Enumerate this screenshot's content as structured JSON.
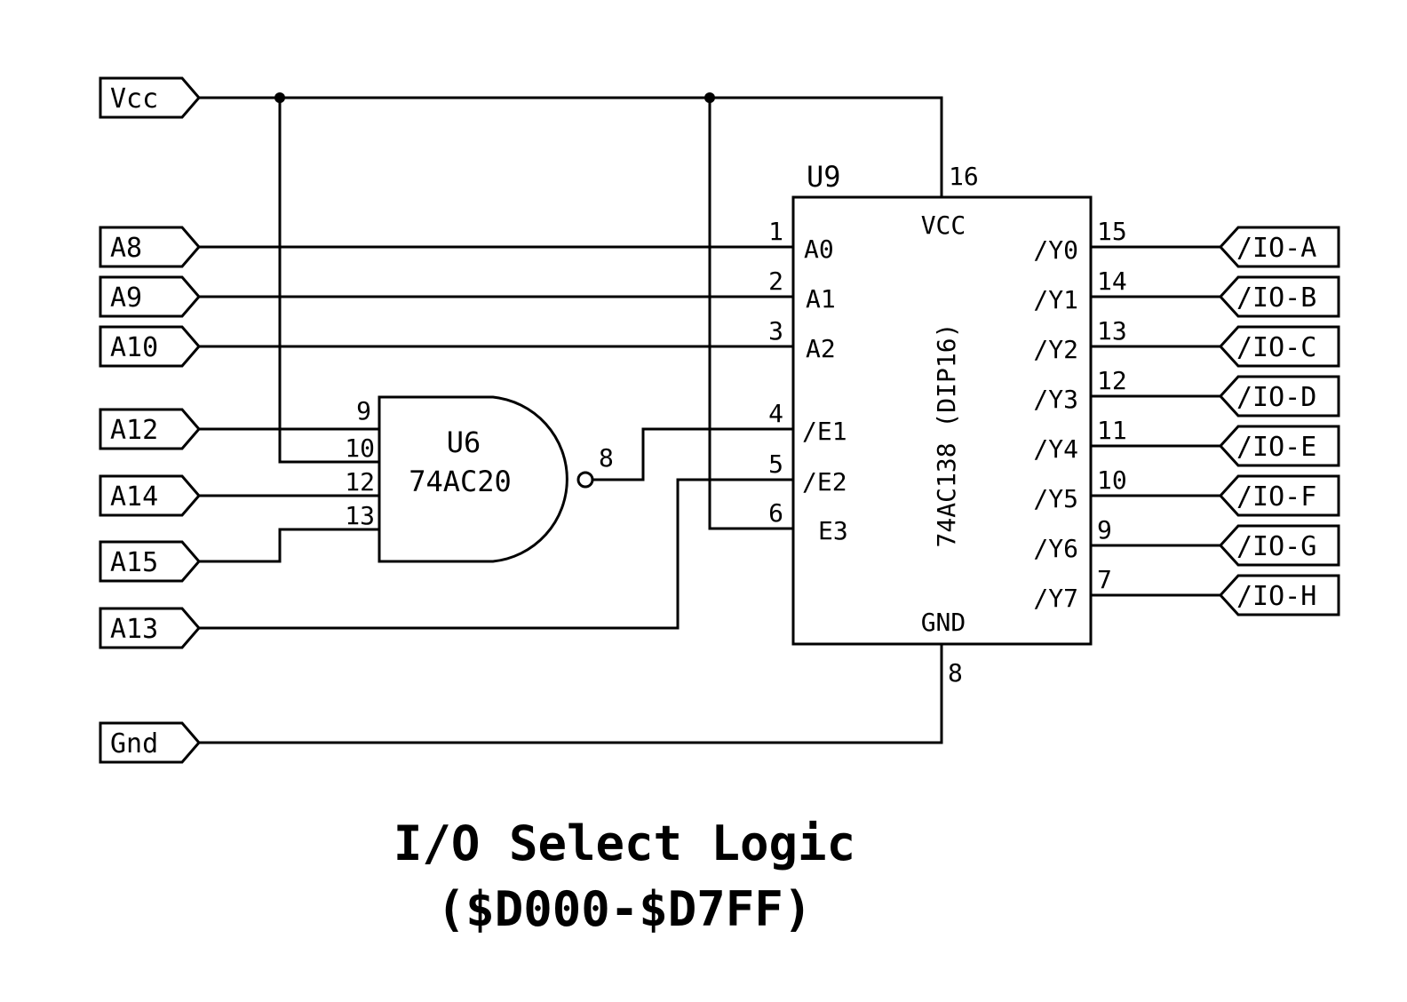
{
  "diagram": {
    "title": "I/O Select Logic",
    "subtitle": "($D000-$D7FF)",
    "ink_color": "#000000",
    "background_color": "#ffffff"
  },
  "ports_left": [
    {
      "id": "vcc",
      "label": "Vcc"
    },
    {
      "id": "a8",
      "label": "A8"
    },
    {
      "id": "a9",
      "label": "A9"
    },
    {
      "id": "a10",
      "label": "A10"
    },
    {
      "id": "a12",
      "label": "A12"
    },
    {
      "id": "a14",
      "label": "A14"
    },
    {
      "id": "a15",
      "label": "A15"
    },
    {
      "id": "a13",
      "label": "A13"
    },
    {
      "id": "gnd",
      "label": "Gnd"
    }
  ],
  "ports_right": [
    {
      "id": "io-a",
      "label": "/IO-A"
    },
    {
      "id": "io-b",
      "label": "/IO-B"
    },
    {
      "id": "io-c",
      "label": "/IO-C"
    },
    {
      "id": "io-d",
      "label": "/IO-D"
    },
    {
      "id": "io-e",
      "label": "/IO-E"
    },
    {
      "id": "io-f",
      "label": "/IO-F"
    },
    {
      "id": "io-g",
      "label": "/IO-G"
    },
    {
      "id": "io-h",
      "label": "/IO-H"
    }
  ],
  "u6": {
    "ref": "U6",
    "part": "74AC20",
    "input_pins": [
      "9",
      "10",
      "12",
      "13"
    ],
    "output_pin": "8"
  },
  "u9": {
    "ref": "U9",
    "part": "74AC138 (DIP16)",
    "vcc_label": "VCC",
    "vcc_pin": "16",
    "gnd_label": "GND",
    "gnd_pin": "8",
    "left_pins": [
      {
        "num": "1",
        "name": "A0"
      },
      {
        "num": "2",
        "name": "A1"
      },
      {
        "num": "3",
        "name": "A2"
      },
      {
        "num": "4",
        "name": "/E1"
      },
      {
        "num": "5",
        "name": "/E2"
      },
      {
        "num": "6",
        "name": "E3"
      }
    ],
    "right_pins": [
      {
        "num": "15",
        "name": "/Y0"
      },
      {
        "num": "14",
        "name": "/Y1"
      },
      {
        "num": "13",
        "name": "/Y2"
      },
      {
        "num": "12",
        "name": "/Y3"
      },
      {
        "num": "11",
        "name": "/Y4"
      },
      {
        "num": "10",
        "name": "/Y5"
      },
      {
        "num": "9",
        "name": "/Y6"
      },
      {
        "num": "7",
        "name": "/Y7"
      }
    ]
  }
}
